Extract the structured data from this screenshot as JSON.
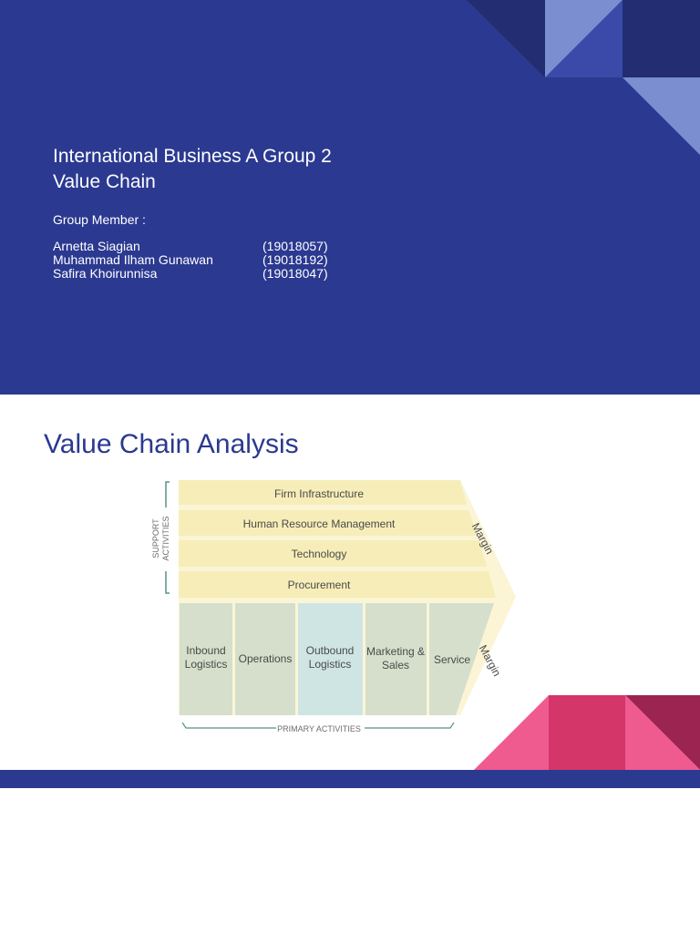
{
  "slide1": {
    "title_line1": "International Business A Group 2",
    "title_line2": "Value Chain",
    "members_label": "Group Member :",
    "members": [
      {
        "name": "Arnetta Siagian",
        "id": "(19018057)"
      },
      {
        "name": "Muhammad Ilham Gunawan",
        "id": "(19018192)"
      },
      {
        "name": "Safira Khoirunnisa",
        "id": "(19018047)"
      }
    ],
    "colors": {
      "background": "#2b3990",
      "triangle_light": "#7b8fd0",
      "triangle_mid": "#3b4aa8",
      "triangle_dark": "#232d72"
    }
  },
  "slide2": {
    "title": "Value Chain Analysis",
    "diagram": {
      "support_label": "SUPPORT ACTIVITIES",
      "support": [
        "Firm Infrastructure",
        "Human Resource Management",
        "Technology",
        "Procurement"
      ],
      "primary": [
        {
          "line1": "Inbound",
          "line2": "Logistics"
        },
        {
          "line1": "Operations",
          "line2": ""
        },
        {
          "line1": "Outbound",
          "line2": "Logistics"
        },
        {
          "line1": "Marketing &",
          "line2": "Sales"
        },
        {
          "line1": "Service",
          "line2": ""
        }
      ],
      "primary_label": "PRIMARY ACTIVITIES",
      "margin_label": "Margin"
    },
    "colors": {
      "title": "#2b3990",
      "pink": "#ef5b8f",
      "crimson": "#d4366a",
      "dark_crimson": "#9b2550"
    }
  },
  "slide3": {
    "partial_title": "SWOT"
  }
}
